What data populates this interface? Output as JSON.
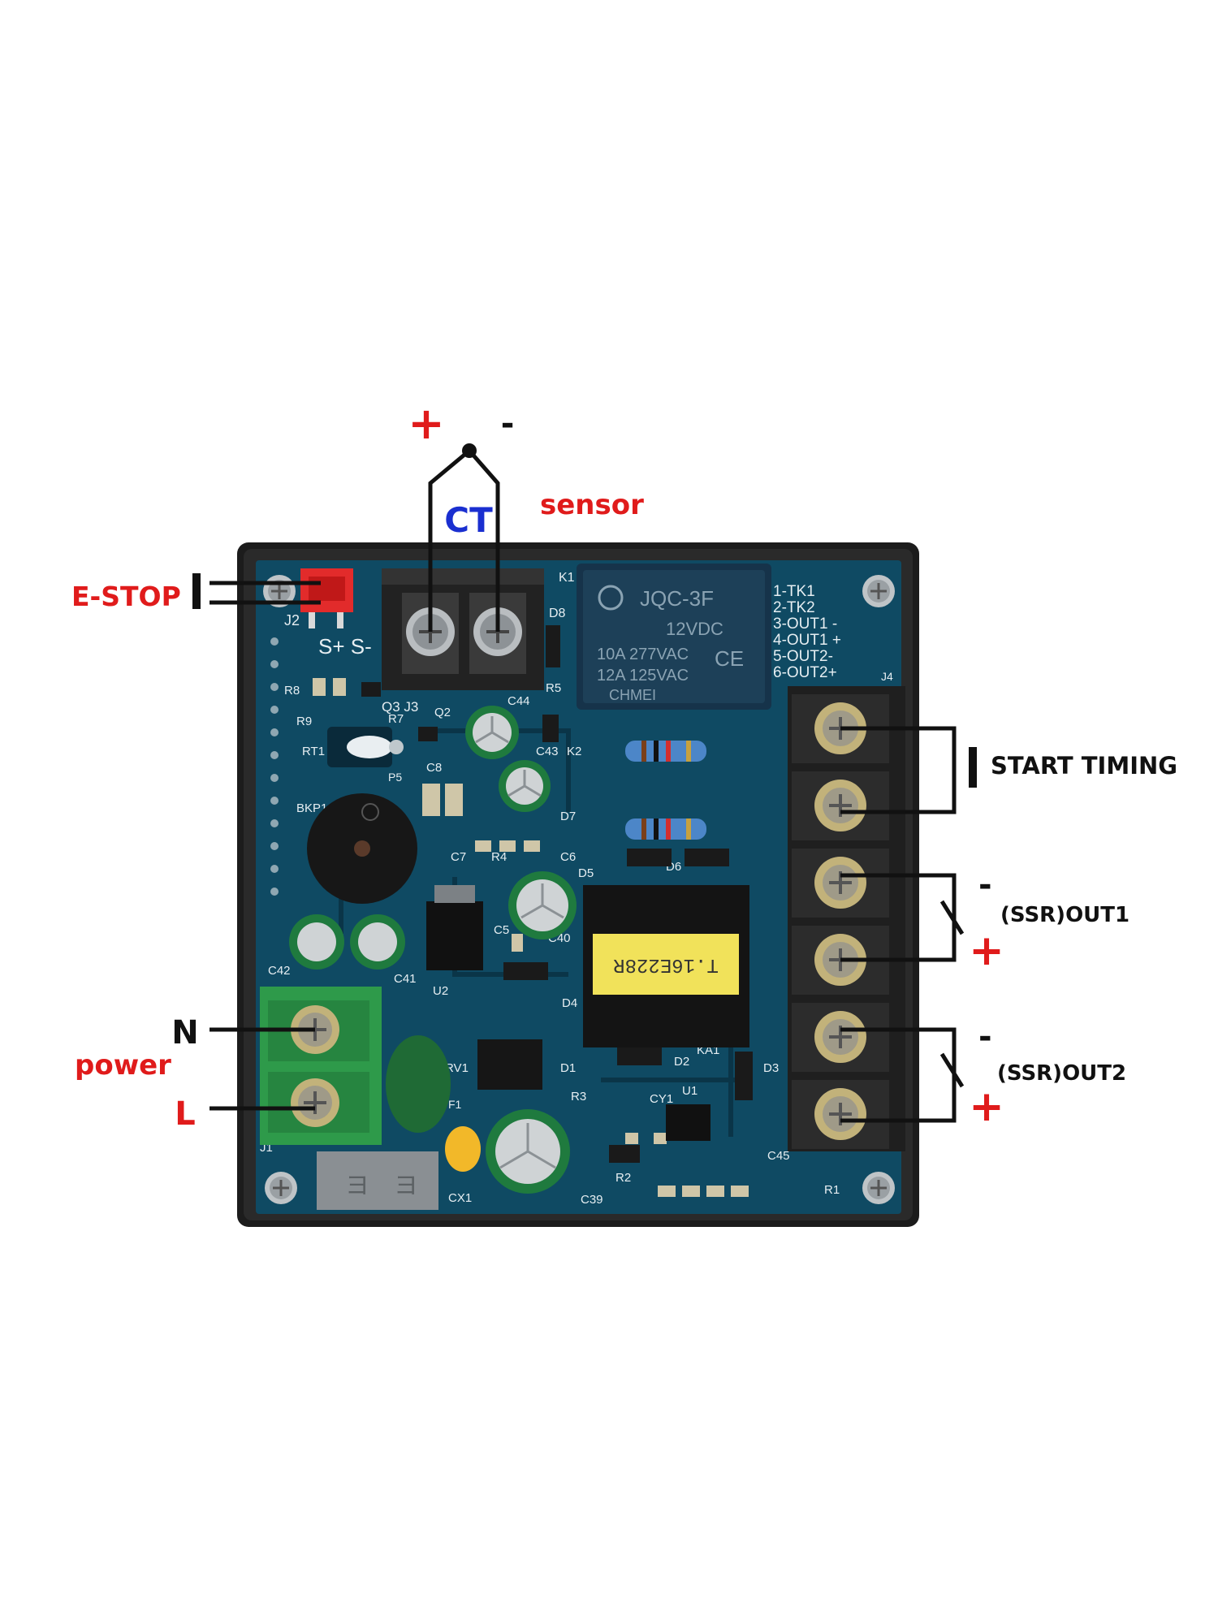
{
  "colors": {
    "board": "#0f4a63",
    "board_dark": "#0a3548",
    "frame": "#1c1c1c",
    "terminal": "#222222",
    "green_terminal": "#2e9a4a",
    "red": "#e01b1b",
    "blue": "#1a2fd0",
    "black": "#111111",
    "relay": "#16334a",
    "transformer": "#f1e25a"
  },
  "labels": {
    "ct_plus": "+",
    "ct_minus": "-",
    "ct": "CT",
    "sensor": "sensor",
    "estop": "E-STOP",
    "start_timing": "START TIMING",
    "out1_minus": "-",
    "out1": "(SSR)OUT1",
    "out1_plus": "+",
    "out2_minus": "-",
    "out2": "(SSR)OUT2",
    "out2_plus": "+",
    "n": "N",
    "power": "power",
    "l": "L"
  },
  "board": {
    "j2": "J2",
    "s_terms": "S+ S-",
    "k1": "K1",
    "relay_model": "JQC-3F",
    "relay_v": "12VDC",
    "relay_r1": "10A 277VAC",
    "relay_r2": "12A 125VAC",
    "relay_brand": "CHMEI",
    "pins": [
      "1-TK1",
      "2-TK2",
      "3-OUT1 -",
      "4-OUT1 +",
      "5-OUT2-",
      "6-OUT2+"
    ],
    "j4": "J4",
    "d8": "D8",
    "r5": "R5",
    "q3j3": "Q3  J3",
    "q2": "Q2",
    "c44": "C44",
    "r8": "R8",
    "r9": "R9",
    "r7": "R7",
    "rt1": "RT1",
    "p5": "P5",
    "c8": "C8",
    "c43": "C43",
    "k2": "K2",
    "bkp1": "BKP1",
    "d7": "D7",
    "c7": "C7",
    "r4": "R4",
    "c6": "C6",
    "d5": "D5",
    "d6": "D6",
    "c5": "C5",
    "c40": "C40",
    "c42": "C42",
    "c41": "C41",
    "u2": "U2",
    "d4": "D4",
    "transformer": "T.16E228R",
    "rv1": "RV1",
    "d1": "D1",
    "d2": "D2",
    "ka1": "KA1",
    "d3": "D3",
    "r3": "R3",
    "cy1": "CY1",
    "u1": "U1",
    "f1": "F1",
    "j1": "J1",
    "cx1": "CX1",
    "c39": "C39",
    "r2": "R2",
    "c45": "C45",
    "r1": "R1"
  }
}
